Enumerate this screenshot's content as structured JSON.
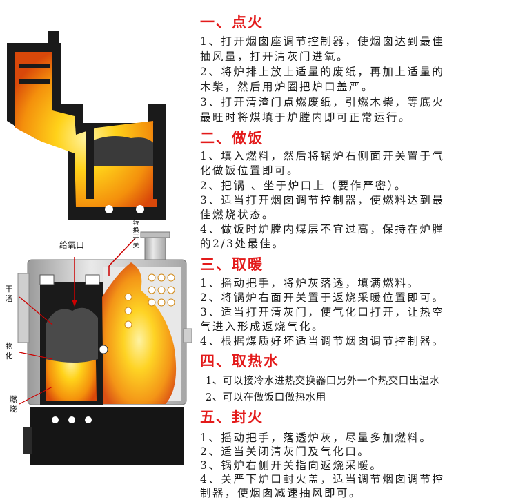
{
  "sections": [
    {
      "heading": "一、点火",
      "lines": [
        "1、打开烟囱座调节控制器，使烟囱达到最佳",
        "抽风量，打开清灰门进氧。",
        "2、将炉排上放上适量的废纸，再加上适量的",
        "木柴，然后用炉圈把炉口盖严。",
        "3、打开清渣门点燃废纸，引燃木柴，等底火",
        "最旺时将煤填于炉膛内即可正常运行。"
      ]
    },
    {
      "heading": "二、做饭",
      "lines": [
        "1、填入燃料，然后将锅炉右侧面开关置于气",
        "化做饭位置即可。",
        "2、把锅 、坐于炉口上（要作严密）。",
        "3、适当打开烟囱调节控制器，使燃料达到最",
        "佳燃烧状态。",
        "4、做饭时炉膛内煤层不宜过高，保持在炉膛",
        "的2/3处最佳。"
      ]
    },
    {
      "heading": "三、取暖",
      "lines": [
        "1、摇动把手，将炉灰落透，填满燃料。",
        "2、将锅炉右面开关置于返烧采暖位置即可。",
        "3、适当打开清灰门，使气化口打开，让热空",
        "气进入形成返烧气化。",
        "4、根据煤质好坏适当调节烟囱调节控制器。"
      ]
    },
    {
      "heading": "四、取热水",
      "lines": [
        "1、可以接冷水进热交换器口另外一个热交口出温水",
        "2、可以在做饭口做热水用"
      ]
    },
    {
      "heading": "五、封火",
      "lines": [
        "1、摇动把手，落透炉灰，尽量多加燃料。",
        "2、适当关闭清灰门及气化口。",
        "3、锅炉右侧开关指向返烧采暖。",
        "4、关严下炉口封火盖，适当调节烟囱调节控",
        "制器，使烟囱减速抽风即可。"
      ]
    }
  ],
  "diagram_labels": {
    "oxygen_inlet": "给氧口",
    "switch": "转换开关",
    "dry_distill": "干溜",
    "gasify": "物化",
    "burn": "燃烧"
  },
  "colors": {
    "heading": "#e31a1a",
    "stove_body": "#1a1a1a",
    "flame_core": "#ffd21a",
    "flame_outer": "#f07a0a",
    "steel": "#cfcfcf"
  }
}
